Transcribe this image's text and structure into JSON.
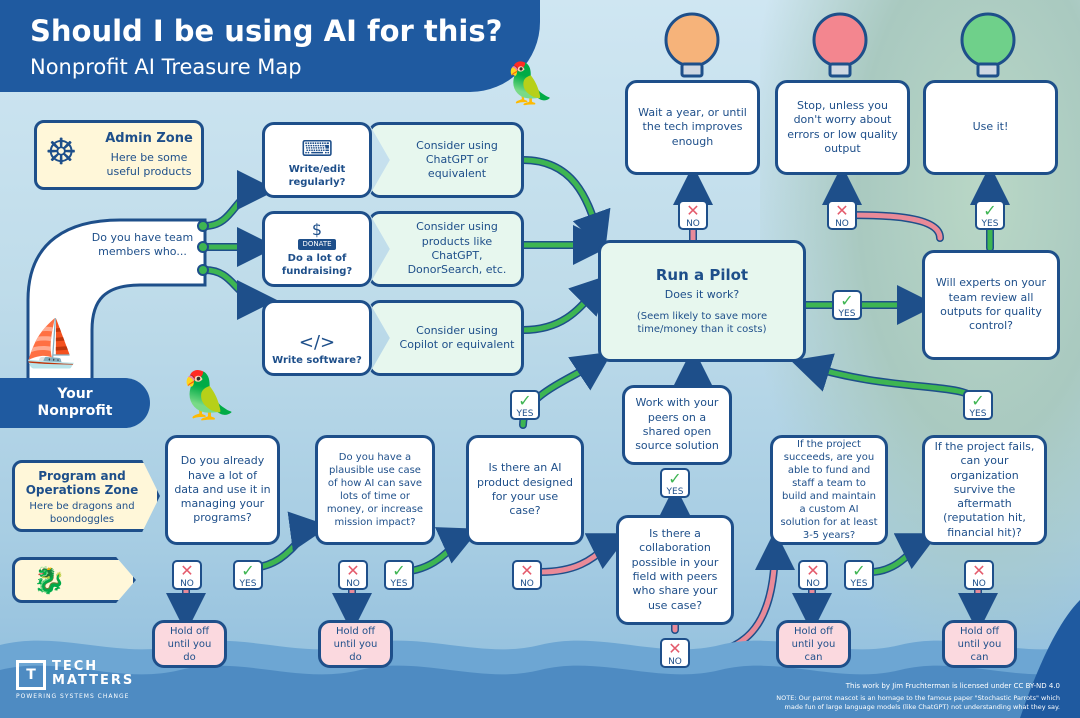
{
  "header": {
    "title": "Should I be using AI for this?",
    "subtitle": "Nonprofit AI Treasure Map"
  },
  "admin_zone": {
    "title": "Admin Zone",
    "body": "Here be some useful products"
  },
  "program_zone": {
    "title": "Program and Operations Zone",
    "body": "Here be dragons and boondoggles"
  },
  "your_nonprofit": "Your Nonprofit",
  "question_team": "Do you have team members who...",
  "admin_options": [
    {
      "label": "Write/edit regularly?",
      "suggestion": "Consider using ChatGPT or equivalent",
      "icon": "keyboard-icon"
    },
    {
      "label": "Do a lot of fundraising?",
      "suggestion": "Consider using products like ChatGPT, DonorSearch, etc.",
      "icon": "donate-icon",
      "badge": "DONATE"
    },
    {
      "label": "Write software?",
      "suggestion": "Consider using Copilot or equivalent",
      "icon": "code-window-icon"
    }
  ],
  "pilot": {
    "title": "Run a Pilot",
    "question": "Does it work?",
    "note": "(Seem likely to save more time/money than it costs)"
  },
  "outcomes": [
    {
      "text": "Wait a year, or until the tech improves enough",
      "bulb_color": "#f6b37a"
    },
    {
      "text": "Stop, unless you don't worry about errors or low quality output",
      "bulb_color": "#f3868f"
    },
    {
      "text": "Use it!",
      "bulb_color": "#6fd08a"
    }
  ],
  "experts_review": "Will experts on your team review all outputs for quality control?",
  "program_questions": [
    "Do you already have a lot of data and use it in managing your programs?",
    "Do you have a plausible use case of how AI can save lots of time or money, or increase mission impact?",
    "Is there an AI product designed for your use case?",
    "Is there a collaboration possible in your field with peers who share your use case?",
    "If the project succeeds, are you able to fund and staff a team to build and maintain a custom AI solution for at least 3-5 years?",
    "If the project fails, can your organization survive the aftermath (reputation hit, financial hit)?"
  ],
  "peers_open_source": "Work with your peers on a shared open source solution",
  "hold_off_data": "Hold off until you do",
  "hold_off_usecase": "Hold off until you do",
  "hold_off_can_1": "Hold off until you can",
  "hold_off_can_2": "Hold off until you can",
  "yes_label": "YES",
  "no_label": "NO",
  "logo": {
    "line1": "TECH",
    "line2": "MATTERS",
    "tagline": "POWERING SYSTEMS CHANGE"
  },
  "footer": {
    "license": "This work by Jim Fruchterman is licensed under CC BY-ND 4.0",
    "note_1": "NOTE: Our parrot mascot is an homage to the famous paper \"Stochastic Parrots\" which",
    "note_2": "made fun of large language models (like ChatGPT) not understanding what they say."
  },
  "colors": {
    "navy": "#1e4f8a",
    "green": "#3eb552",
    "pink": "#e98a98",
    "zone_yellow": "#fff7d9"
  }
}
